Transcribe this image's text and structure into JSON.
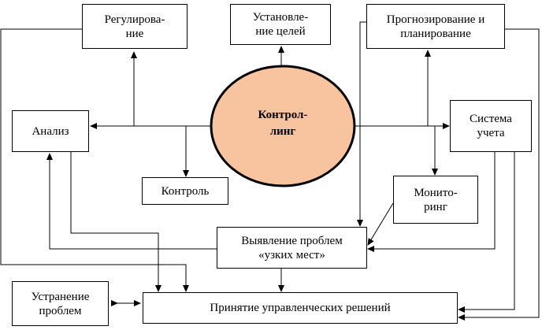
{
  "diagram": {
    "center": {
      "line1": "Контрол-",
      "line2": "линг",
      "fill": "#f8c4a0"
    },
    "nodes": {
      "regulation": {
        "line1": "Регулирова-",
        "line2": "ние"
      },
      "goals": {
        "line1": "Установле-",
        "line2": "ние целей"
      },
      "forecast": {
        "line1": "Прогнозирование и",
        "line2": "планирование"
      },
      "analysis": {
        "line1": "Анализ"
      },
      "accounting": {
        "line1": "Система",
        "line2": "учета"
      },
      "control": {
        "line1": "Контроль"
      },
      "monitoring": {
        "line1": "Монито-",
        "line2": "ринг"
      },
      "bottlenecks": {
        "line1": "Выявление проблем",
        "line2": "«узких мест»"
      },
      "fix": {
        "line1": "Устранение",
        "line2": "проблем"
      },
      "decisions": {
        "line1": "Принятие управленческих решений"
      }
    }
  }
}
